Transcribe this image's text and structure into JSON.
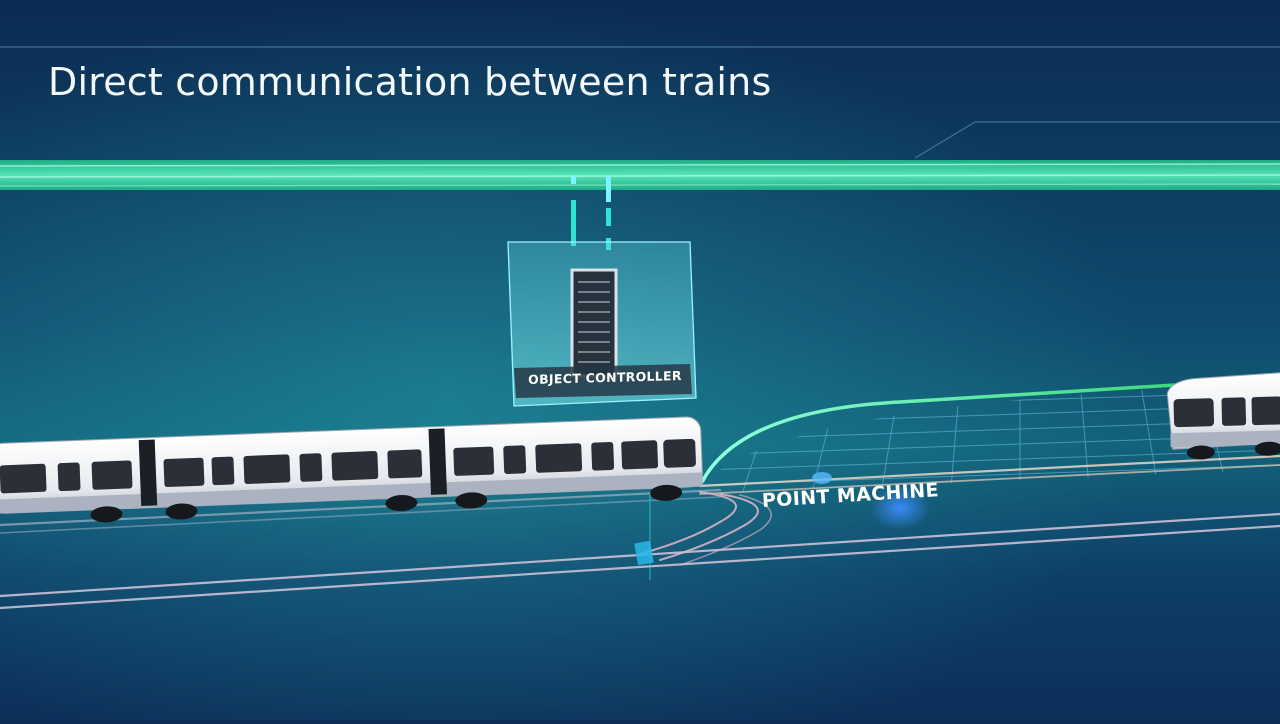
{
  "title": "Direct communication between trains",
  "labels": {
    "object_controller": "OBJECT CONTROLLER",
    "point_machine": "POINT MACHINE"
  },
  "colors": {
    "background_top": "#0b2b52",
    "background_mid": "#12627a",
    "network_bar": "#2ee6a6",
    "signal": "#2fe3d3",
    "track": "#d6c7dc",
    "train_body": "#f1f3f5",
    "accent_blue": "#2c7cff"
  }
}
